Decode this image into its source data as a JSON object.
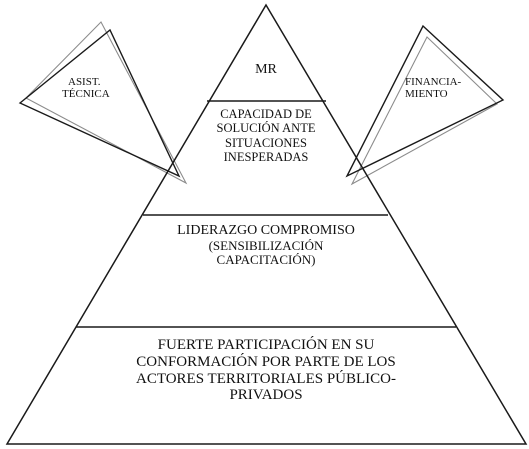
{
  "colors": {
    "stroke": "#1a1a1a",
    "shadow": "#8c8c8c",
    "background": "#ffffff",
    "text": "#111111"
  },
  "pyramid": {
    "apex": "MR",
    "level1": [
      "CAPACIDAD DE",
      "SOLUCIÓN ANTE",
      "SITUACIONES",
      "INESPERADAS"
    ],
    "level2": {
      "title": "LIDERAZGO COMPROMISO",
      "sub": [
        "(SENSIBILIZACIÓN",
        "CAPACITACIÓN)"
      ]
    },
    "base": [
      "FUERTE PARTICIPACIÓN EN SU",
      "CONFORMACIÓN POR PARTE DE LOS",
      "ACTORES TERRITORIALES PÚBLICO-",
      "PRIVADOS"
    ]
  },
  "side_left": [
    "ASIST.",
    "TÉCNICA"
  ],
  "side_right": [
    "FINANCIA-",
    "MIENTO"
  ]
}
